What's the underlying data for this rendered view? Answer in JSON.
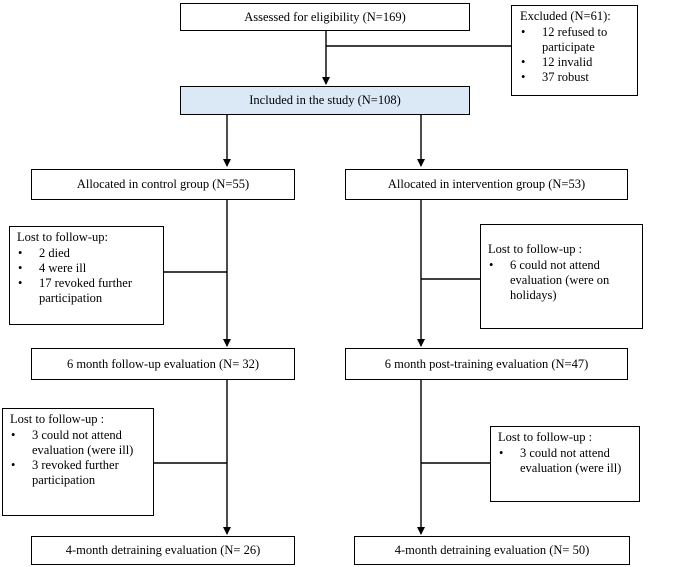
{
  "diagram": {
    "assessed": "Assessed for eligibility (N=169)",
    "excluded": {
      "title": "Excluded (N=61):",
      "items": [
        "12 refused to participate",
        "12 invalid",
        "37 robust"
      ]
    },
    "included": "Included in the study (N=108)",
    "control": {
      "allocated": "Allocated in control group (N=55)",
      "lost1": {
        "title": "Lost to follow-up:",
        "items": [
          "2 died",
          "4 were ill",
          "17 revoked further participation"
        ]
      },
      "eval6": "6 month follow-up evaluation (N= 32)",
      "lost2": {
        "title": "Lost to follow-up :",
        "items": [
          "3 could not attend evaluation (were ill)",
          "3 revoked further participation"
        ]
      },
      "detrain": "4-month detraining evaluation (N= 26)"
    },
    "intervention": {
      "allocated": "Allocated in intervention group (N=53)",
      "lost1": {
        "title": "Lost to follow-up :",
        "items": [
          "6 could not attend evaluation (were on holidays)"
        ]
      },
      "eval6": "6 month post-training evaluation (N=47)",
      "lost2": {
        "title": "Lost to follow-up :",
        "items": [
          "3 could not attend evaluation (were ill)"
        ]
      },
      "detrain": "4-month detraining evaluation (N= 50)"
    },
    "colors": {
      "included_fill": "#dbe9f7",
      "line": "#000000"
    }
  }
}
